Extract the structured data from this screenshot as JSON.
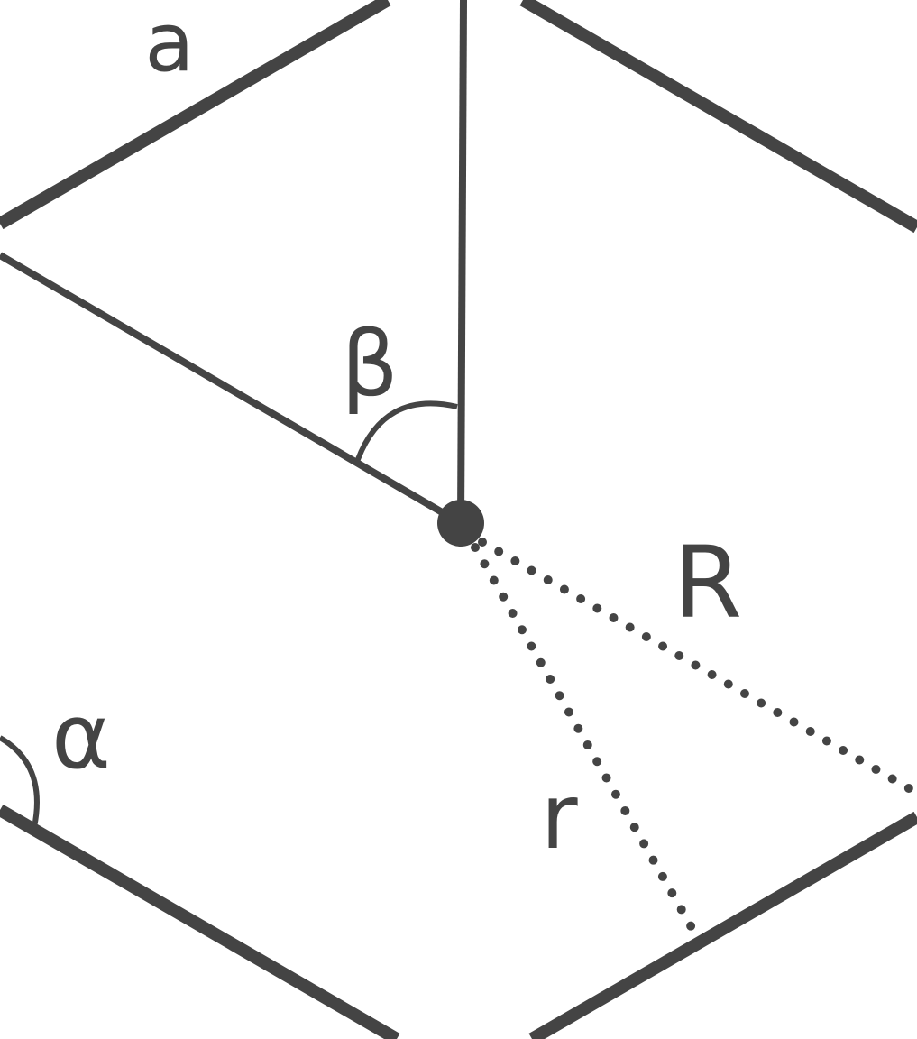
{
  "diagram": {
    "labels": {
      "side": "a",
      "angle_center": "β",
      "angle_interior": "α",
      "circumradius": "R",
      "inradius": "r"
    },
    "colors": {
      "stroke": "#444444",
      "background": "#ffffff"
    }
  }
}
